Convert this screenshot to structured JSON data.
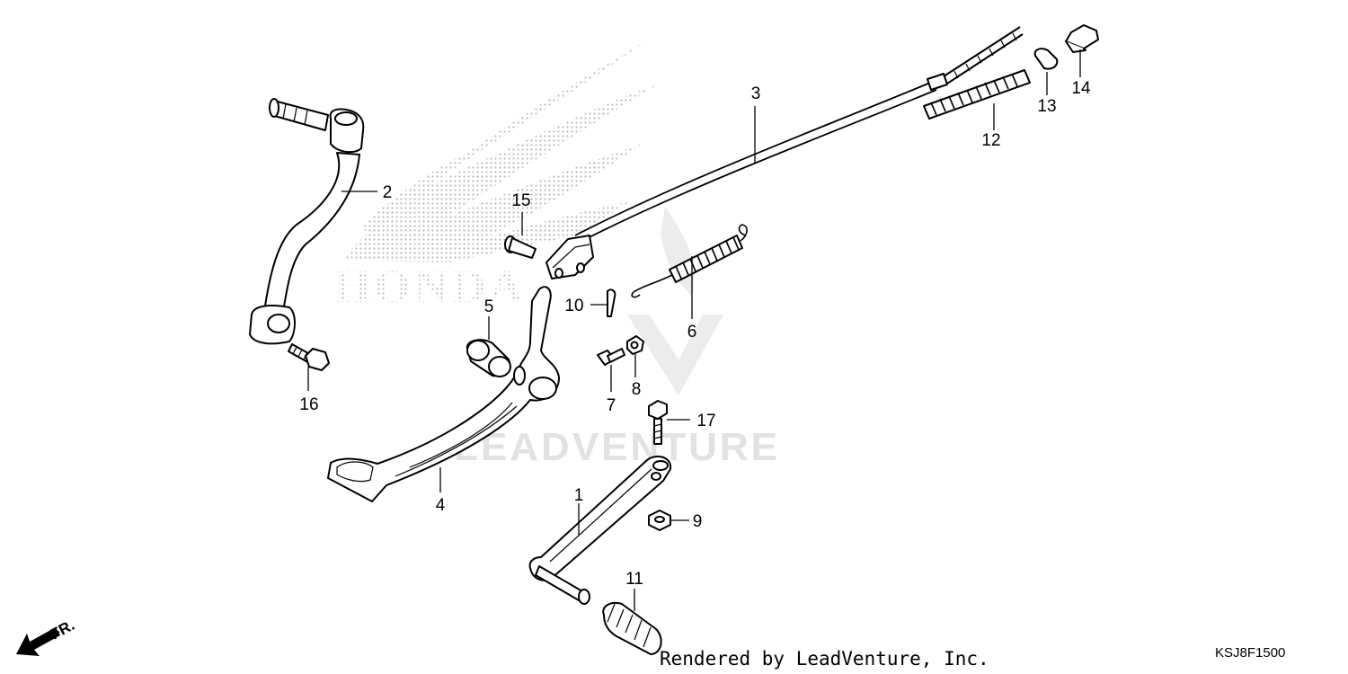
{
  "diagram": {
    "brand_watermark": "HONDA",
    "site_watermark": "LEADVENTURE",
    "credit": "Rendered by LeadVenture, Inc.",
    "diagram_code": "KSJ8F1500",
    "direction_label": "FR."
  },
  "callouts": [
    {
      "id": "1",
      "label": "1"
    },
    {
      "id": "2",
      "label": "2"
    },
    {
      "id": "3",
      "label": "3"
    },
    {
      "id": "4",
      "label": "4"
    },
    {
      "id": "5",
      "label": "5"
    },
    {
      "id": "6",
      "label": "6"
    },
    {
      "id": "7",
      "label": "7"
    },
    {
      "id": "8",
      "label": "8"
    },
    {
      "id": "9",
      "label": "9"
    },
    {
      "id": "10",
      "label": "10"
    },
    {
      "id": "11",
      "label": "11"
    },
    {
      "id": "12",
      "label": "12"
    },
    {
      "id": "13",
      "label": "13"
    },
    {
      "id": "14",
      "label": "14"
    },
    {
      "id": "15",
      "label": "15"
    },
    {
      "id": "16",
      "label": "16"
    },
    {
      "id": "17",
      "label": "17"
    }
  ]
}
